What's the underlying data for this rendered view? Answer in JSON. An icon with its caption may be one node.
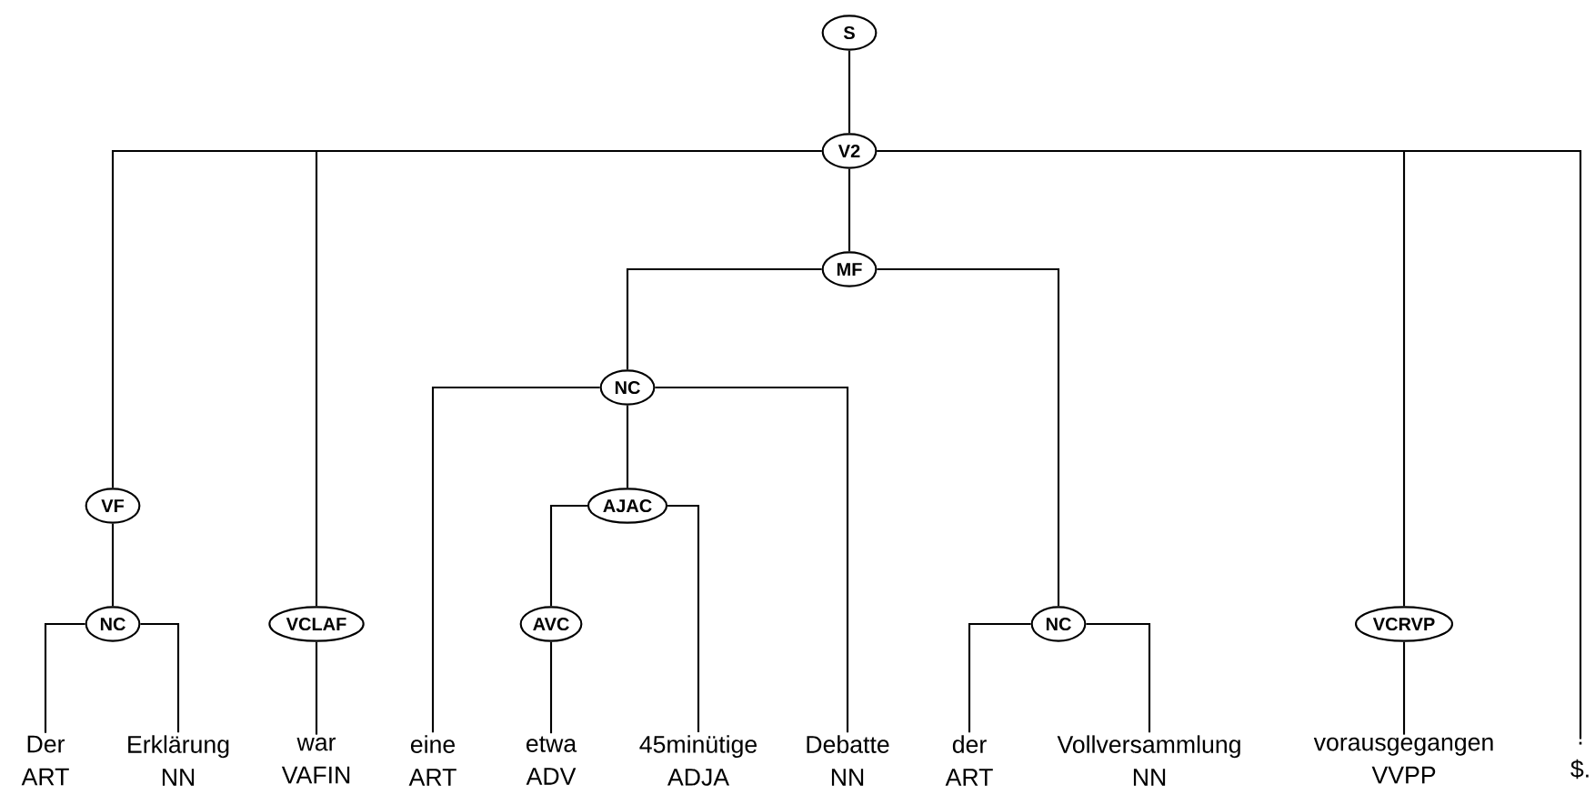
{
  "diagram": {
    "nodes": [
      {
        "text": [
          "S"
        ]
      },
      {
        "text": [
          "V2"
        ]
      },
      {
        "text": [
          "VF"
        ]
      },
      {
        "text": [
          "NC"
        ]
      },
      {
        "text": [
          "VCLAF"
        ]
      },
      {
        "text": [
          "MF"
        ]
      },
      {
        "text": [
          "NC"
        ]
      },
      {
        "text": [
          "AJAC"
        ]
      },
      {
        "text": [
          "AVC"
        ]
      },
      {
        "text": [
          "NC"
        ]
      },
      {
        "text": [
          "VCRVP"
        ]
      },
      {
        "text": [
          "Der",
          "ART"
        ]
      },
      {
        "text": [
          "Erklärung",
          "NN"
        ]
      },
      {
        "text": [
          "war",
          "VAFIN"
        ]
      },
      {
        "text": [
          "eine",
          "ART"
        ]
      },
      {
        "text": [
          "etwa",
          "ADV"
        ]
      },
      {
        "text": [
          "45minütige",
          "ADJA"
        ]
      },
      {
        "text": [
          "Debatte",
          "NN"
        ]
      },
      {
        "text": [
          "der",
          "ART"
        ]
      },
      {
        "text": [
          "Vollversammlung",
          "NN"
        ]
      },
      {
        "text": [
          "vorausgegangen",
          "VVPP"
        ]
      },
      {
        "text": [
          ".",
          "$."
        ]
      }
    ],
    "edges": [
      {
        "from": 0,
        "to": 1,
        "arrow": "none"
      },
      {
        "from": 1,
        "to": 2,
        "arrow": "none"
      },
      {
        "from": 1,
        "to": 4,
        "arrow": "none"
      },
      {
        "from": 1,
        "to": 5,
        "arrow": "none"
      },
      {
        "from": 1,
        "to": 10,
        "arrow": "none"
      },
      {
        "from": 1,
        "to": 21,
        "arrow": "none"
      },
      {
        "from": 2,
        "to": 3,
        "arrow": "none"
      },
      {
        "from": 3,
        "to": 11,
        "arrow": "none"
      },
      {
        "from": 3,
        "to": 12,
        "arrow": "none"
      },
      {
        "from": 4,
        "to": 13,
        "arrow": "none"
      },
      {
        "from": 5,
        "to": 6,
        "arrow": "none"
      },
      {
        "from": 5,
        "to": 9,
        "arrow": "none"
      },
      {
        "from": 6,
        "to": 14,
        "arrow": "none"
      },
      {
        "from": 6,
        "to": 7,
        "arrow": "none"
      },
      {
        "from": 6,
        "to": 17,
        "arrow": "none"
      },
      {
        "from": 7,
        "to": 8,
        "arrow": "none"
      },
      {
        "from": 7,
        "to": 16,
        "arrow": "none"
      },
      {
        "from": 8,
        "to": 15,
        "arrow": "none"
      },
      {
        "from": 9,
        "to": 18,
        "arrow": "none"
      },
      {
        "from": 9,
        "to": 19,
        "arrow": "none"
      },
      {
        "from": 10,
        "to": 20,
        "arrow": "none"
      }
    ]
  }
}
